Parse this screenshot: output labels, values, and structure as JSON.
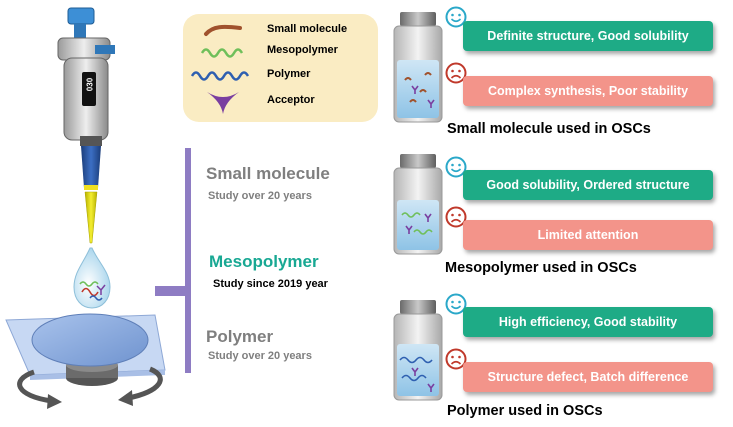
{
  "legend": {
    "items": [
      {
        "label": "Small molecule",
        "color": "#a0522d",
        "icon": "small-molecule-squiggle"
      },
      {
        "label": "Mesopolymer",
        "color": "#6fbf5a",
        "icon": "mesopolymer-wave"
      },
      {
        "label": "Polymer",
        "color": "#2e5fb0",
        "icon": "polymer-long-wave"
      },
      {
        "label": "Acceptor",
        "color": "#7a3fa0",
        "icon": "acceptor-y-shape"
      }
    ]
  },
  "pipette": {
    "display": "030"
  },
  "categories": [
    {
      "name": "Small molecule",
      "subtitle": "Study over 20 years"
    },
    {
      "name": "Mesopolymer",
      "subtitle": "Study since 2019 year"
    },
    {
      "name": "Polymer",
      "subtitle": "Study over 20 years"
    }
  ],
  "sections": [
    {
      "pro": "Definite structure, Good solubility",
      "con": "Complex synthesis, Poor stability",
      "title": "Small molecule used in OSCs"
    },
    {
      "pro": "Good solubility, Ordered structure",
      "con": "Limited attention",
      "title": "Mesopolymer used in OSCs"
    },
    {
      "pro": "High efficiency, Good stability",
      "con": "Structure defect, Batch difference",
      "title": "Polymer used in OSCs"
    }
  ],
  "colors": {
    "pro": "#1eab86",
    "con": "#f3948a",
    "bracket": "#8e7cc3",
    "happy_face": "#2aa8c9",
    "sad_face": "#c0392b"
  }
}
